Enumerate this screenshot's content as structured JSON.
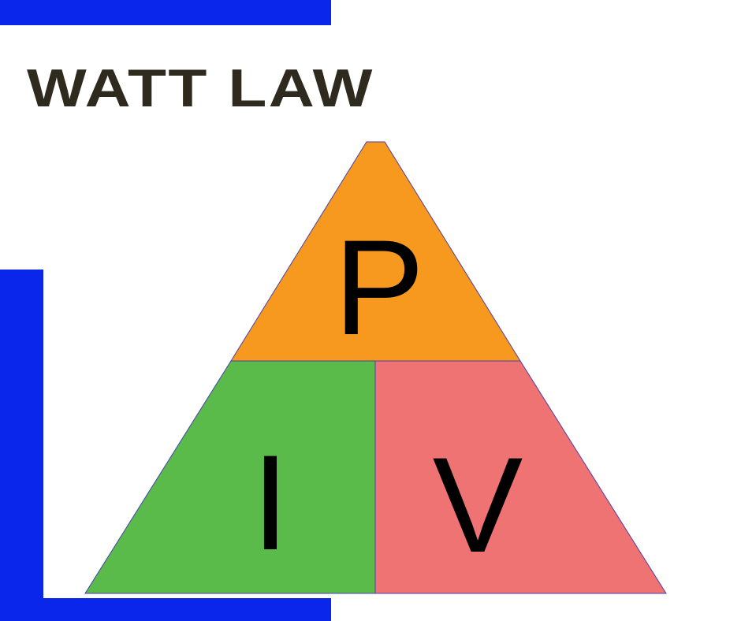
{
  "title": "WATT LAW",
  "triangle": {
    "top": {
      "letter": "P",
      "color": "#f7991f"
    },
    "bottom_left": {
      "letter": "I",
      "color": "#5aba4a"
    },
    "bottom_right": {
      "letter": "V",
      "color": "#f07373"
    },
    "outline_color": "#4a3fb0"
  },
  "accent_color": "#0a26ea"
}
